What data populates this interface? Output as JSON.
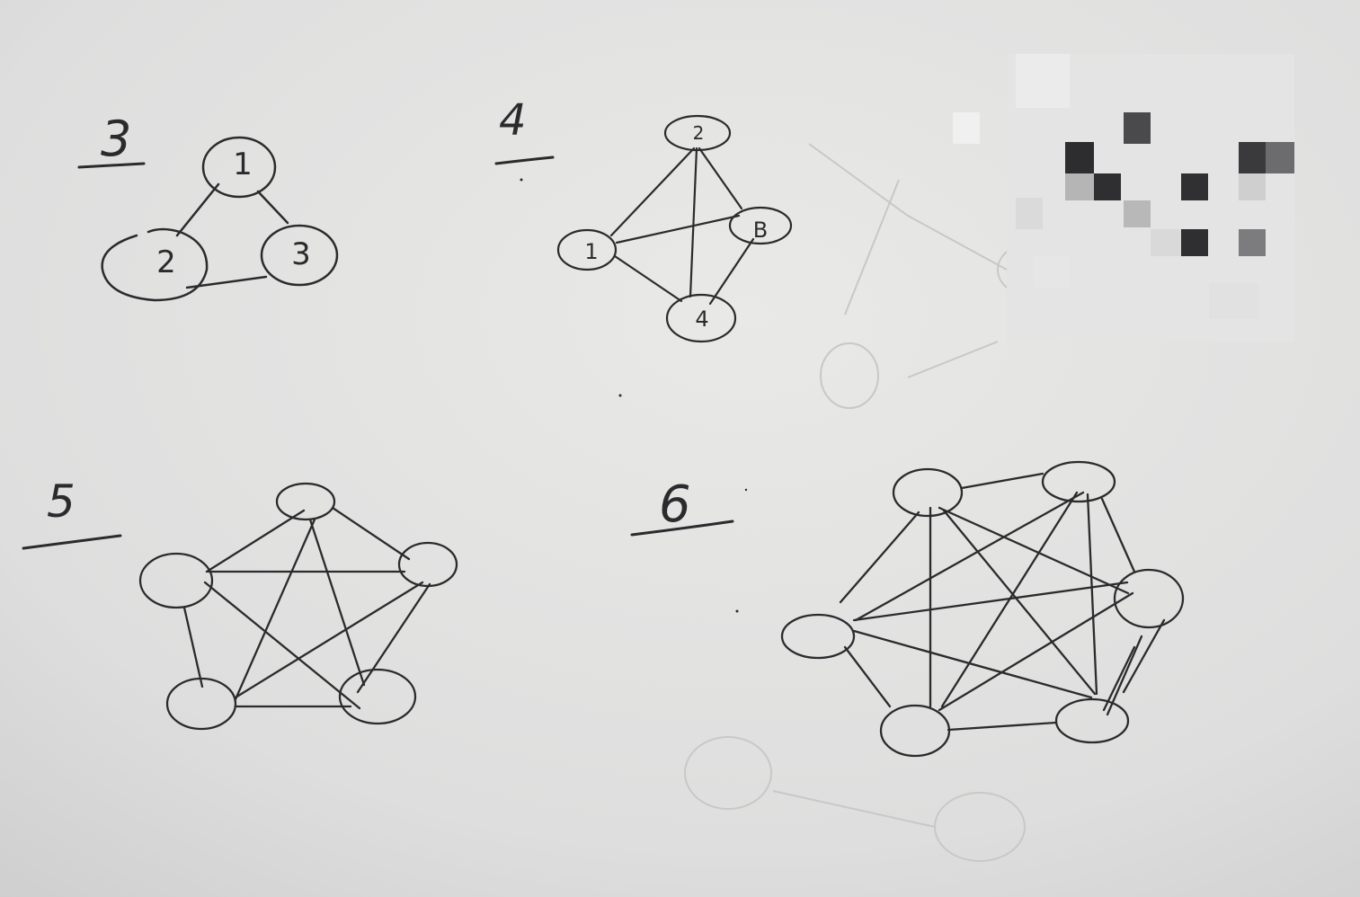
{
  "colors": {
    "paper": "#e2e2e0",
    "ink": "#2b2b2e",
    "ghost": "#c9c9c9"
  },
  "graphs": [
    {
      "label": "3",
      "nodes": [
        "1",
        "2",
        "3"
      ]
    },
    {
      "label": "4",
      "nodes": [
        "1",
        "2",
        "B",
        "4"
      ]
    },
    {
      "label": "5",
      "nodes": [
        "",
        "",
        "",
        "",
        ""
      ]
    },
    {
      "label": "6",
      "nodes": [
        "",
        "",
        "",
        "",
        "",
        ""
      ]
    }
  ],
  "redacted_region": {
    "description_visible": false
  }
}
